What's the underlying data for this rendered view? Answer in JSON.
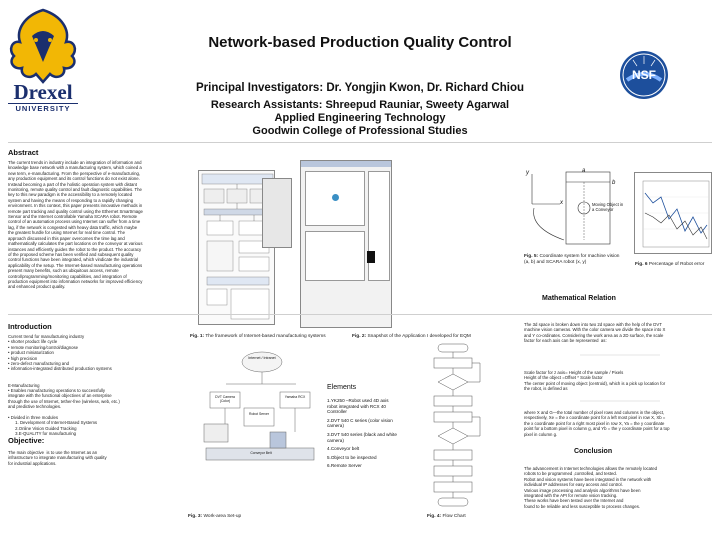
{
  "header": {
    "title": "Network-based Production Quality Control",
    "investigators": "Principal Investigators: Dr. Yongjin Kwon, Dr. Richard Chiou",
    "assistants_line1": "Research Assistants: Shreepud Rauniar, Sweety Agarwal",
    "assistants_line2": "Applied Engineering Technology",
    "assistants_line3": "Goodwin College of Professional Studies",
    "logo_left_text_top": "Drexel",
    "logo_left_text_bottom": "UNIVERSITY",
    "logo_right_text": "NSF"
  },
  "abstract": {
    "heading": "Abstract",
    "lines": [
      "The current trends in industry include an integration of information and",
      "knowledge base network with a manufacturing system, which coined a",
      "new term, e-manufacturing. From the perspective of e-manufacturing,",
      "any production equipment and its control functions do not exist alone.",
      "Instead becoming a part of the holistic operation system with distant",
      "monitoring, remote quality control and fault diagnostic capabilities. The",
      "key to this new paradigm is the accessibility to a remotely located",
      "system and having the means of responding to a rapidly changing",
      "environment. In this context, this paper presents innovative methods in",
      "remote part tracking and quality control using the Ethernet SmartImage",
      "Sensor and the Internet controllable Yamaha SCARA robot. Remote",
      "control of an automation process using Internet can suffer from a time",
      "lag, if the network is congested with heavy data traffic, which maybe",
      "the greatest hurdle for using Internet for real time control. The",
      "approach discussed in this paper overcomes the time lag and",
      "mathematically calculates the part locations on the conveyor at various",
      "instances and efficiently guides the robot to the product. The accuracy",
      "of the proposed scheme has been verified and subsequent quality",
      "control functions have been integrated, which vindicate the industrial",
      "applicability of the setup. The Internet-based manufacturing operations",
      "present many benefits, such as ubiquitous access, remote",
      "control/programming/monitoring capabilities, and integration of",
      "production equipment into information networks for improved efficiency",
      "and enhanced product quality."
    ]
  },
  "figures": {
    "fig1_label": "Fig. 1:",
    "fig1_text": " The framework of Internet-based manufacturing systems",
    "fig2_label": "Fig. 2:",
    "fig2_text": " Snapshot of the Application I developed for EQM",
    "fig3_label": "Fig. 3:",
    "fig3_text": " Work-area Set-up",
    "fig4_label": "Fig. 4:",
    "fig4_text": " Flow Chart",
    "fig5_label": "Fig. 5:",
    "fig5_text": " Coordinate system for machine vision (a, b) and SCARA robot (x, y)",
    "fig6_label": "Fig. 6",
    "fig6_text": " Percentage of Robot error"
  },
  "introduction": {
    "heading": "Introduction",
    "lines": [
      "Current trend for manufacturing industry",
      "• shorter product life cycle",
      "• remote monitoring/control/diagnose",
      "• product miniaturization",
      "• high precision",
      "• zero-defect manufacturing and",
      "• information-integrated distributed production systems",
      "",
      "",
      "E-Manufacturing",
      "• Enables manufacturing operations to successfully",
      "integrate with the functional objectives of an enterprise",
      "through the use of Internet, tether-free (wireless, web, etc.)",
      "and predictive technologies.",
      "",
      "• Divided in three modules",
      "      1. Development of Internet-Based Systems",
      "      2.Online Vision Guided Tracking",
      "      3.E-QUALITY for manufacturing"
    ]
  },
  "objective": {
    "heading": "Objective:",
    "lines": [
      "The main objective  is to use the Internet as an",
      "infrastructure to integrate manufacturing with quality",
      "for industrial applications."
    ]
  },
  "elements": {
    "heading": "Elements",
    "items": [
      "1.YK250 –Robot used 4D axis robot integrated with RCX 40 Controller",
      "2.DVT 540 C series (color vision camera)",
      "3.DVT 540 series (black and white camera)",
      "4.Conveyor belt",
      "5.Object to be inspected",
      "6.Remote Server"
    ]
  },
  "math": {
    "heading": "Mathematical Relation",
    "para1": [
      "The 3d space is broken down into two 2d space with the help of the DVT",
      "machine vision cameras. With the color camera we divide the space into X",
      "and Y co-ordinates. Considering the work area as a 2D surface, the scale",
      "factor for each axis can be represented  as:"
    ],
    "para2": [
      "Scale factor for z axis= Height of the sample / Pixels",
      "Height of the object =Offset * Scale factor",
      "The center point of moving object (centroid), which is a pick up location for",
      "the robot, is defined as"
    ],
    "para3": [
      "where X and G—the total number of pixel rows and columns in the object,",
      "respectively, Xe = the x coordinate point for a left most pixel in row X, Xb =",
      "the x coordinate point for a right most pixel in row X, Ya = the y coordinate",
      "point for a bottom pixel in column g, and Yb = the y coordinate point for a top",
      "pixel in column g."
    ]
  },
  "conclusion": {
    "heading": "Conclusion",
    "lines": [
      "The advancement in Internet technologies allows the remotely located",
      "robots to be programmed ,controlled, and tested.",
      "Robot and vision systems have been integrated in the network with",
      "individual IP addresses for easy access and control.",
      "Various image processing and analysis algorithms have been",
      "integrated with the API for remote vision tracking.",
      "These works have been tested over the Internet and",
      "found to be reliable and less susceptible to process changes."
    ]
  },
  "fig5_labels": {
    "a_axis": "a",
    "b_axis": "b",
    "x_axis": "x",
    "y_axis": "y",
    "moving": "Moving Object in a Conveyor"
  },
  "fig3_labels": {
    "cloud": "Internet / Intranet",
    "camera1": "DVT Camera (Color)",
    "camera2": "Yamaha RCX",
    "server": "Robot Server",
    "conveyor": "Conveyor Belt"
  },
  "colors": {
    "drexel_blue": "#1b2f6e",
    "drexel_gold": "#f2b705",
    "nsf_blue": "#1d4f9c"
  }
}
